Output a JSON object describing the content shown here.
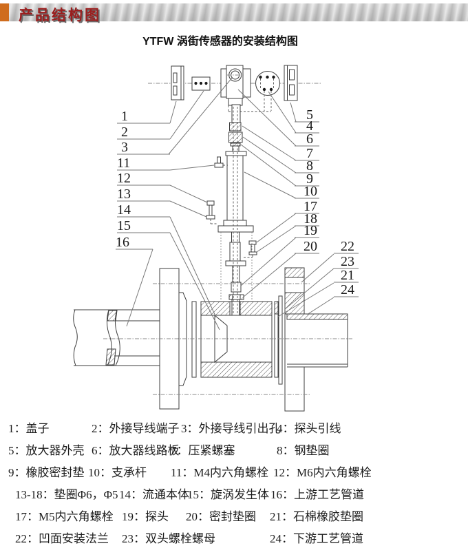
{
  "header": {
    "banner_title": "产品结构图",
    "accent_color": "#cf6c1d",
    "title_color": "#9b1e1e"
  },
  "subtitle": "YTFW 涡街传感器的安装结构图",
  "diagram": {
    "callouts": {
      "1": "1",
      "2": "2",
      "3": "3",
      "4": "4",
      "5": "5",
      "6": "6",
      "7": "7",
      "8": "8",
      "9": "9",
      "10": "10",
      "11": "11",
      "12": "12",
      "13": "13",
      "14": "14",
      "15": "15",
      "16": "16",
      "17": "17",
      "18": "18",
      "19": "19",
      "20": "20",
      "21": "21",
      "22": "22",
      "23": "23",
      "24": "24"
    }
  },
  "legend": {
    "items": [
      {
        "text": "1：盖子"
      },
      {
        "text": "2：外接导线端子"
      },
      {
        "text": "3：外接导线引出孔"
      },
      {
        "text": "4：探头引线"
      },
      {
        "text": "5：放大器外壳"
      },
      {
        "text": "6：放大器线路板"
      },
      {
        "text": "7：压紧螺塞"
      },
      {
        "text": "8：钢垫圈"
      },
      {
        "text": "9：橡胶密封垫"
      },
      {
        "text": "10：支承杆"
      },
      {
        "text": "11：M4内六角螺栓"
      },
      {
        "text": "12：M6内六角螺栓"
      },
      {
        "text": "13-18：垫圈Φ6，Φ5"
      },
      {
        "text": "14：流通本体"
      },
      {
        "text": "15：旋涡发生体"
      },
      {
        "text": "16：上游工艺管道"
      },
      {
        "text": "17：M5内六角螺栓"
      },
      {
        "text": "19：探头"
      },
      {
        "text": "20：密封垫圈"
      },
      {
        "text": "21：石棉橡胶垫圈"
      },
      {
        "text": "22：凹面安装法兰"
      },
      {
        "text": "23：双头螺栓螺母"
      },
      {
        "text": "24：下游工艺管道"
      }
    ]
  }
}
